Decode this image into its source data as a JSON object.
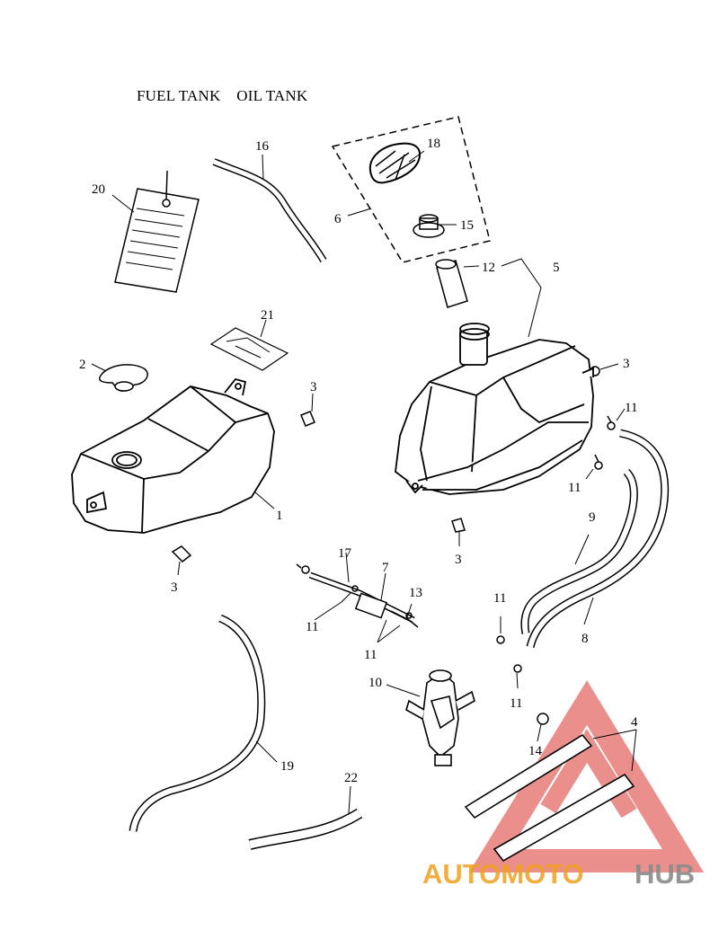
{
  "title": "FUEL TANK    OIL TANK",
  "callouts": {
    "c1": "1",
    "c2": "2",
    "c3a": "3",
    "c3b": "3",
    "c3c": "3",
    "c3d": "3",
    "c4": "4",
    "c5": "5",
    "c6": "6",
    "c7": "7",
    "c8": "8",
    "c9": "9",
    "c10": "10",
    "c11a": "11",
    "c11b": "11",
    "c11c": "11",
    "c11d": "11",
    "c11e": "11",
    "c11f": "11",
    "c12": "12",
    "c13": "13",
    "c14": "14",
    "c15": "15",
    "c16": "16",
    "c17": "17",
    "c18": "18",
    "c19": "19",
    "c20": "20",
    "c21": "21",
    "c22": "22"
  },
  "watermark": {
    "text_part1": "AUTOMOTO",
    "text_part2": "HUB",
    "color_primary": "#f0a020",
    "color_secondary": "#8a8a8a",
    "triangle_color": "#e36a66"
  },
  "line_color": "#000000"
}
